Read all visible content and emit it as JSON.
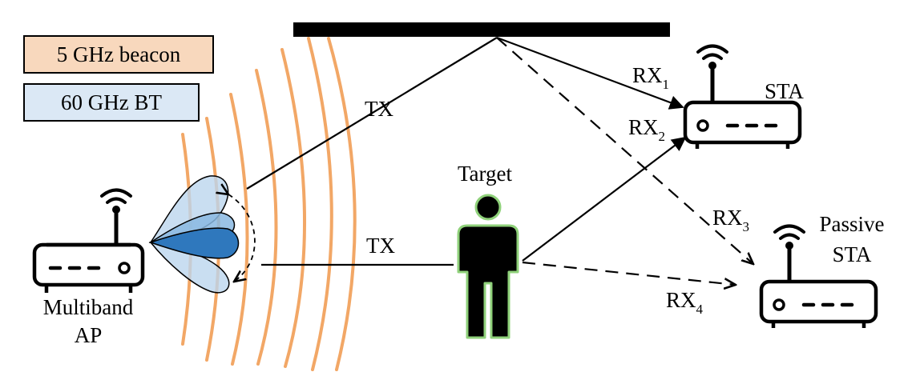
{
  "legend": {
    "beacon_label": "5 GHz beacon",
    "beacon_color": "#f8d8bd",
    "bt_label": "60 GHz BT",
    "bt_color": "#dbe8f5"
  },
  "devices": {
    "ap": {
      "line1": "Multiband",
      "line2": "AP"
    },
    "sta": {
      "label": "STA"
    },
    "passive_sta": {
      "line1": "Passive",
      "line2": "STA"
    }
  },
  "target": {
    "label": "Target",
    "body_color": "#000000",
    "outline_color": "#8fd17a"
  },
  "links": {
    "tx_reflected": "TX",
    "tx_direct": "TX",
    "rx1": {
      "base": "RX",
      "sub": "1"
    },
    "rx2": {
      "base": "RX",
      "sub": "2"
    },
    "rx3": {
      "base": "RX",
      "sub": "3"
    },
    "rx4": {
      "base": "RX",
      "sub": "4"
    }
  },
  "colors": {
    "wave": "#f2a766",
    "beam_light": "#bcd6ee",
    "beam_dark": "#2f78bd",
    "reflector": "#000000"
  }
}
